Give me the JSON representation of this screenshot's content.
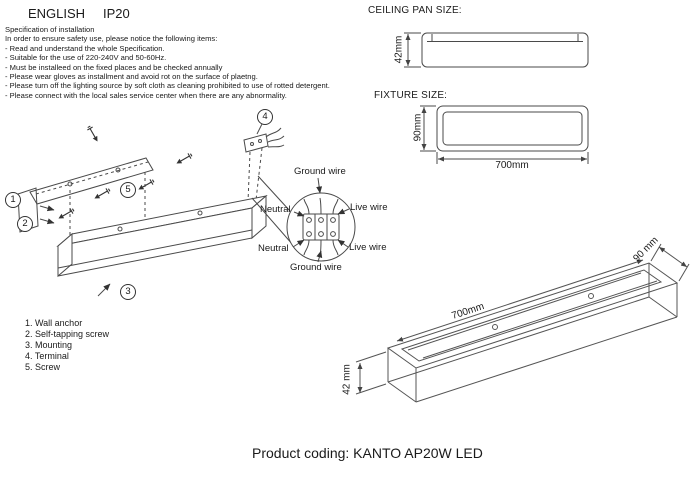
{
  "header": {
    "language": "ENGLISH",
    "ip_rating": "IP20"
  },
  "spec": {
    "title": "Specification of installation",
    "intro": "In order to ensure safety use, please notice the following items:",
    "items": [
      "- Read and understand the whole Specification.",
      "- Suitable for the use of 220-240V and 50-60Hz.",
      "- Must be installeed on the fixed places and be checked annually",
      "- Please wear gloves as installment and avoid rot on the surface of plaetng.",
      "- Please turn off the lighting source by soft cloth as cleaning prohibited to use of rotted detergent.",
      "- Please connect with the local sales service center when there are any abnormality."
    ]
  },
  "legend": {
    "items": [
      "1. Wall anchor",
      "2. Self-tapping screw",
      "3. Mounting",
      "4. Terminal",
      "5. Screw"
    ]
  },
  "callouts": [
    "1",
    "2",
    "3",
    "4",
    "5"
  ],
  "wiring": {
    "ground_top": "Ground wire",
    "neutral_top": "Neutral",
    "live_top": "Live wire",
    "neutral_bottom": "Neutral",
    "live_bottom": "Live wire",
    "ground_bottom": "Ground wire"
  },
  "ceiling_pan": {
    "title": "CEILING PAN  SIZE:",
    "height": "42mm"
  },
  "fixture_size": {
    "title": "FIXTURE SIZE:",
    "height": "90mm",
    "length": "700mm"
  },
  "perspective": {
    "length": "700mm",
    "depth": "90 mm",
    "height": "42 mm"
  },
  "footer": {
    "product_coding": "Product coding: KANTO AP20W LED"
  },
  "colors": {
    "line": "#4a4a4a",
    "text": "#1a1a1a"
  }
}
